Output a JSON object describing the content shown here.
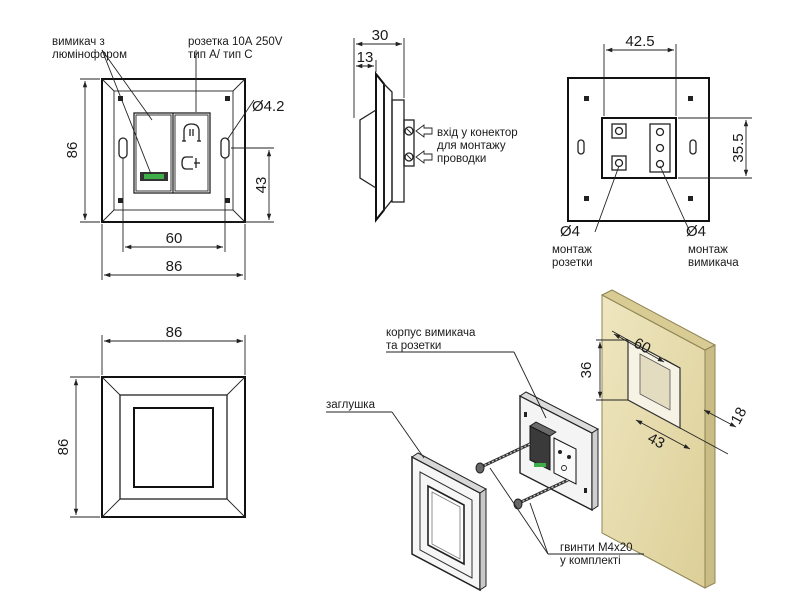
{
  "front_view": {
    "label_switch_line1": "вимикач з",
    "label_switch_line2": "люмінофором",
    "label_socket_line1": "розетка 10А 250V",
    "label_socket_line2": "тип А/ тип С",
    "dim_height": "86",
    "dim_hole": "Ø4.2",
    "dim_hole_spacing": "60",
    "dim_width": "86",
    "dim_hole_offset": "43"
  },
  "side_view": {
    "dim_depth_total": "30",
    "dim_depth_front": "13",
    "label_input_line1": "вхід у конектор",
    "label_input_line2": "для монтажу",
    "label_input_line3": "проводки"
  },
  "rear_view": {
    "dim_width": "42.5",
    "dim_height": "35.5",
    "dim_hole_left": "Ø4",
    "dim_hole_right": "Ø4",
    "label_mount_socket_line1": "монтаж",
    "label_mount_socket_line2": "розетки",
    "label_mount_switch_line1": "монтаж",
    "label_mount_switch_line2": "вимикача"
  },
  "cover_view": {
    "dim_width": "86",
    "dim_height": "86"
  },
  "exploded_view": {
    "label_housing_line1": "корпус вимикача",
    "label_housing_line2": "та розетки",
    "label_cover": "заглушка",
    "label_screws_line1": "гвинти М4х20",
    "label_screws_line2": "у комплекті"
  },
  "wall_cutout": {
    "dim_width": "60",
    "dim_height": "36",
    "dim_depth": "18",
    "dim_inner": "43"
  },
  "colors": {
    "wall_fill": "#e9dfb4",
    "indicator_green": "#3fae49"
  }
}
